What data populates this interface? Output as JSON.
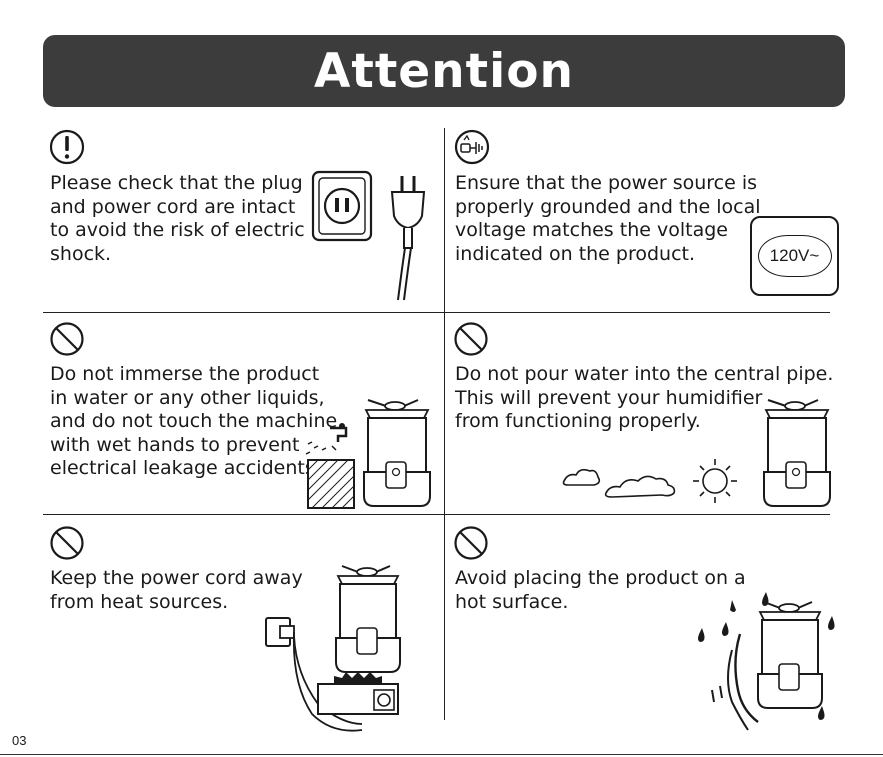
{
  "title": "Attention",
  "page_number": "03",
  "sections": [
    {
      "icon": "warning-icon",
      "lines": [
        "Please check that the plug",
        "and power cord are intact",
        "to avoid the risk of electric",
        "shock."
      ]
    },
    {
      "icon": "grounding-icon",
      "lines": [
        "Ensure that the power source is",
        "properly grounded and the local",
        "voltage matches the voltage",
        "indicated on the product."
      ],
      "voltage_label": "120V~"
    },
    {
      "icon": "prohibited-icon",
      "lines": [
        "Do not immerse the product",
        "in water or any other liquids,",
        "and do not touch the machine",
        "with wet hands to prevent",
        "electrical leakage accidents."
      ]
    },
    {
      "icon": "prohibited-icon",
      "lines": [
        "Do not pour water into the central pipe.",
        "This will prevent your humidifier",
        "from functioning properly."
      ]
    },
    {
      "icon": "prohibited-icon",
      "lines": [
        "Keep the power cord away",
        "from heat sources."
      ]
    },
    {
      "icon": "prohibited-icon",
      "lines": [
        "Avoid placing the product on a",
        "hot surface."
      ]
    }
  ],
  "colors": {
    "banner": "#3c3c3c",
    "text": "#1a1a1a",
    "line": "#222222"
  }
}
